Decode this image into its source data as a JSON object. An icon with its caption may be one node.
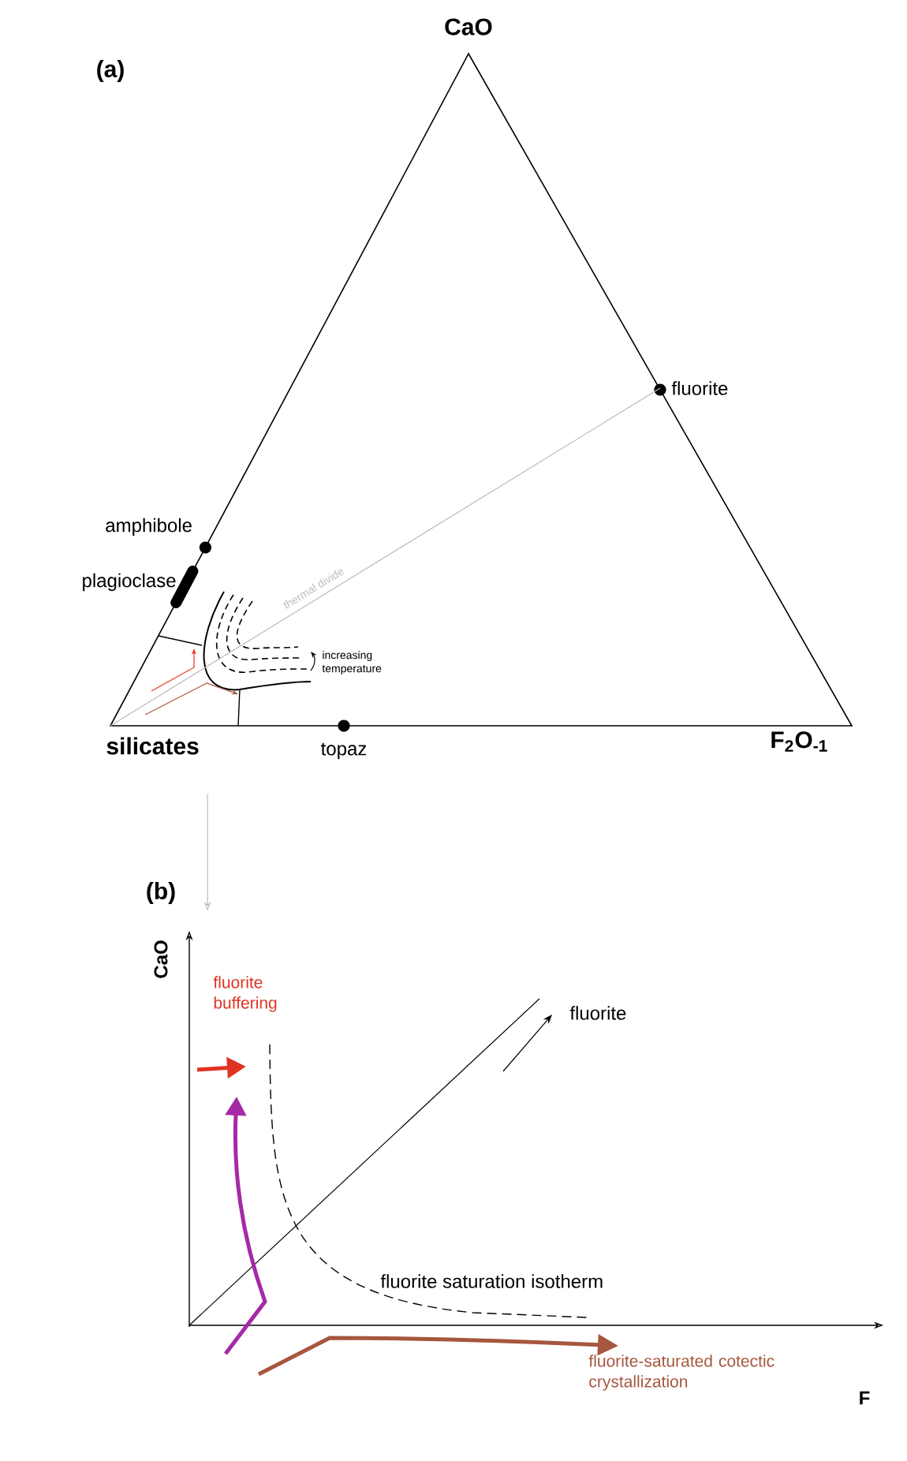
{
  "diagram": {
    "nodes": [
      {
        "text": [
          "CaO"
        ]
      },
      {
        "text": [
          "silicates"
        ]
      },
      {
        "text": [
          "F$_{2}$O$_{-1}$"
        ]
      },
      {
        "text": [
          "fluorite"
        ]
      }
    ],
    "edges": [
      {
        "from": 1,
        "to": 3,
        "arrow": "none",
        "label": "thermal divide",
        "color": "#bbbbbb"
      },
      {
        "from": 1,
        "to": null,
        "arrow": "to",
        "color": "#bbbbbb"
      }
    ],
    "labels": [
      "(a)",
      "amphibole",
      "plagioclase",
      "topaz",
      "increasing temperature",
      "(b)",
      "CaO",
      "fluorite buffering",
      "fluorite",
      "fluorite saturation isotherm",
      "fluorite-saturated cotectic crystallization",
      "F"
    ]
  }
}
